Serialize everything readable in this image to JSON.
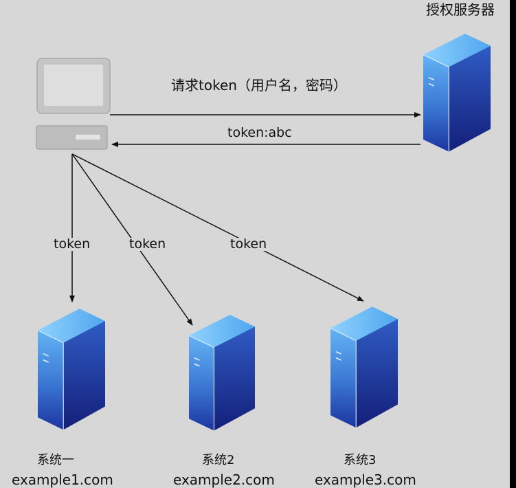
{
  "auth_server": {
    "label": "授权服务器"
  },
  "request_edge": {
    "label": "请求token（用户名，密码）"
  },
  "response_edge": {
    "label": "token:abc"
  },
  "token_edges": [
    {
      "label": "token"
    },
    {
      "label": "token"
    },
    {
      "label": "token"
    }
  ],
  "systems": [
    {
      "name": "系统一",
      "domain": "example1.com"
    },
    {
      "name": "系统2",
      "domain": "example2.com"
    },
    {
      "name": "系统3",
      "domain": "example3.com"
    }
  ],
  "colors": {
    "background": "#d7d7d7",
    "frame": "#000000",
    "server_front_top": "#5aa9f0",
    "server_front_bottom": "#1f3aa6",
    "server_side": "#1b2a8a",
    "server_top": "#6ec0ff",
    "computer_body": "#c8c8c8",
    "line": "#111111"
  }
}
